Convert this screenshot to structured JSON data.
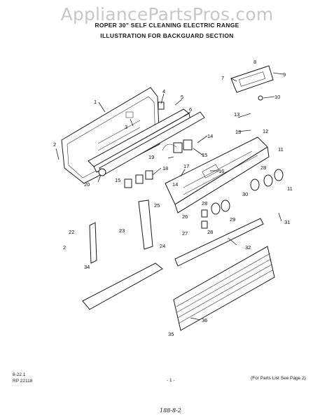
{
  "watermark": "AppliancePartsPros.com",
  "title_line1": "ROPER 30\" SELF CLEANING ELECTRIC RANGE",
  "title_line2": "ILLUSTRATION FOR BACKGUARD SECTION",
  "footer": {
    "code1": "8-22.1",
    "code2": "RP 22118",
    "page": "- 1 -",
    "note": "(For Parts List See Page 2)",
    "handwriting": "188-8-2"
  },
  "callouts": [
    "1",
    "2",
    "3",
    "4",
    "5",
    "6",
    "7",
    "8",
    "9",
    "10",
    "11",
    "12",
    "13",
    "13",
    "14",
    "14",
    "15",
    "15",
    "16",
    "17",
    "18",
    "19",
    "20",
    "2",
    "22",
    "23",
    "24",
    "25",
    "26",
    "27",
    "28",
    "28",
    "28",
    "29",
    "30",
    "11",
    "31",
    "32",
    "34",
    "35",
    "36"
  ]
}
